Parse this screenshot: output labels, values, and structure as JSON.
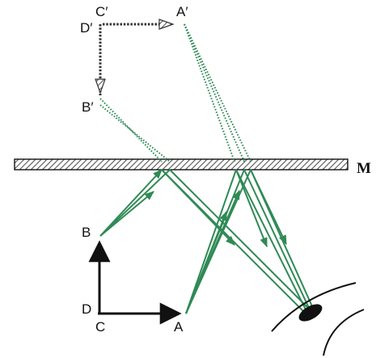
{
  "mirror": {
    "label": "M"
  },
  "object": {
    "points": {
      "a": "A",
      "b": "B",
      "c": "C",
      "d": "D"
    }
  },
  "image": {
    "points": {
      "a": "A′",
      "b": "B′",
      "c": "C′",
      "d": "D′"
    }
  },
  "colors": {
    "ray": "#2f8a55",
    "mirror_hatch": "#555555",
    "outline": "#111111"
  },
  "icons": {
    "observer": "eye-icon"
  }
}
